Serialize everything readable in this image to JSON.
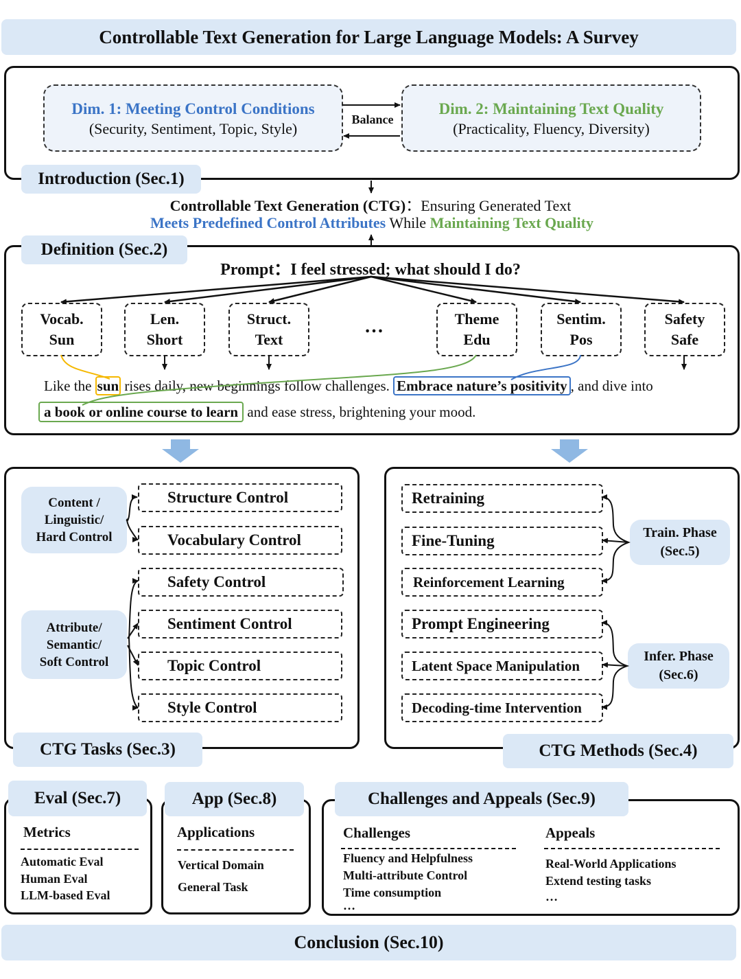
{
  "title": "Controllable Text Generation for Large Language Models: A Survey",
  "intro": {
    "label": "Introduction (Sec.1)",
    "dim1_title": "Dim. 1: Meeting Control Conditions",
    "dim1_sub": "(Security, Sentiment, Topic, Style)",
    "balance": "Balance",
    "dim2_title": "Dim. 2: Maintaining Text Quality",
    "dim2_sub": "(Practicality, Fluency, Diversity)"
  },
  "ctg_def": {
    "lead": "Controllable Text Generation (CTG)",
    "colon": "：Ensuring Generated Text",
    "part_blue": "Meets Predefined Control Attributes",
    "part_mid": " While ",
    "part_green": "Maintaining Text Quality"
  },
  "definition": {
    "label": "Definition (Sec.2)",
    "prompt": "Prompt：I feel stressed; what should I do?",
    "attributes": [
      {
        "l1": "Vocab.",
        "l2": "Sun"
      },
      {
        "l1": "Len.",
        "l2": "Short"
      },
      {
        "l1": "Struct.",
        "l2": "Text"
      },
      {
        "l1": "Theme",
        "l2": "Edu"
      },
      {
        "l1": "Sentim.",
        "l2": "Pos"
      },
      {
        "l1": "Safety",
        "l2": "Safe"
      }
    ],
    "ellipsis": "…",
    "sentence": {
      "s1": "Like the ",
      "s2": "sun",
      "s3": " rises daily, new beginnings follow challenges. ",
      "s4": "Embrace nature’s positivity",
      "s5": ", and dive into",
      "s6": "a book or online course to learn",
      "s7": " and ease stress, brightening your mood."
    }
  },
  "tasks": {
    "label": "CTG Tasks (Sec.3)",
    "group1": "Content / Linguistic/ Hard Control",
    "group1_lines": [
      "Content /",
      "Linguistic/",
      "Hard Control"
    ],
    "group2_lines": [
      "Attribute/",
      "Semantic/",
      "Soft Control"
    ],
    "items": [
      "Structure Control",
      "Vocabulary Control",
      "Safety Control",
      "Sentiment Control",
      "Topic Control",
      "Style Control"
    ]
  },
  "methods": {
    "label": "CTG Methods (Sec.4)",
    "train_lines": [
      "Train. Phase",
      "(Sec.5)"
    ],
    "infer_lines": [
      "Infer. Phase",
      "(Sec.6)"
    ],
    "items": [
      "Retraining",
      "Fine-Tuning",
      "Reinforcement Learning",
      "Prompt Engineering",
      "Latent Space Manipulation",
      "Decoding-time Intervention"
    ]
  },
  "eval": {
    "label": "Eval (Sec.7)",
    "header": "Metrics",
    "items": [
      "Automatic Eval",
      "Human Eval",
      "LLM-based Eval"
    ]
  },
  "app": {
    "label": "App (Sec.8)",
    "header": "Applications",
    "items": [
      "Vertical Domain",
      "General Task"
    ]
  },
  "challenges": {
    "label": "Challenges and Appeals (Sec.9)",
    "challenges_header": "Challenges",
    "challenges_items": [
      "Fluency and Helpfulness",
      "Multi-attribute Control",
      "Time consumption",
      "…"
    ],
    "appeals_header": "Appeals",
    "appeals_items": [
      "Real-World Applications",
      "Extend testing tasks",
      "…"
    ]
  },
  "conclusion": "Conclusion (Sec.10)",
  "colors": {
    "blue": "#3b74c6",
    "green": "#6aa84f",
    "pill": "#dbe8f6",
    "arrow": "#8fb8e3",
    "highlight_yellow": "#f5b800"
  }
}
